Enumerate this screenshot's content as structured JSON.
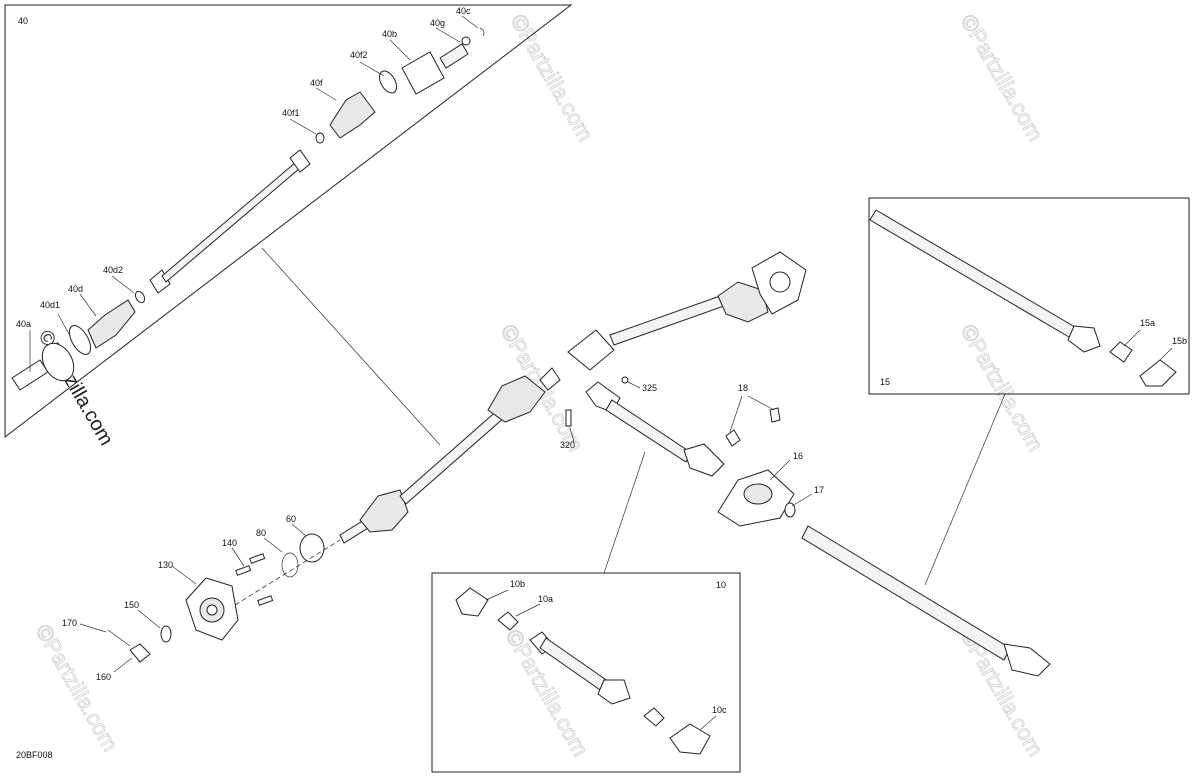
{
  "diagram": {
    "figure_code": "20BF008",
    "watermark_text": "©Partzilla.com",
    "panels": [
      {
        "id": "40",
        "label": "40"
      },
      {
        "id": "15",
        "label": "15"
      },
      {
        "id": "10",
        "label": "10"
      }
    ],
    "callouts": [
      {
        "key": "c40c",
        "text": "40c"
      },
      {
        "key": "c40g",
        "text": "40g"
      },
      {
        "key": "c40b",
        "text": "40b"
      },
      {
        "key": "c40f2",
        "text": "40f2"
      },
      {
        "key": "c40f",
        "text": "40f"
      },
      {
        "key": "c40f1",
        "text": "40f1"
      },
      {
        "key": "c40d2",
        "text": "40d2"
      },
      {
        "key": "c40d",
        "text": "40d"
      },
      {
        "key": "c40d1",
        "text": "40d1"
      },
      {
        "key": "c40a",
        "text": "40a"
      },
      {
        "key": "c15a",
        "text": "15a"
      },
      {
        "key": "c15b",
        "text": "15b"
      },
      {
        "key": "c325",
        "text": "325"
      },
      {
        "key": "c320",
        "text": "320"
      },
      {
        "key": "c18",
        "text": "18"
      },
      {
        "key": "c16",
        "text": "16"
      },
      {
        "key": "c17",
        "text": "17"
      },
      {
        "key": "c60",
        "text": "60"
      },
      {
        "key": "c80",
        "text": "80"
      },
      {
        "key": "c140",
        "text": "140"
      },
      {
        "key": "c130",
        "text": "130"
      },
      {
        "key": "c150",
        "text": "150"
      },
      {
        "key": "c170",
        "text": "170"
      },
      {
        "key": "c160",
        "text": "160"
      },
      {
        "key": "c10b",
        "text": "10b"
      },
      {
        "key": "c10a",
        "text": "10a"
      },
      {
        "key": "c10c",
        "text": "10c"
      }
    ]
  }
}
